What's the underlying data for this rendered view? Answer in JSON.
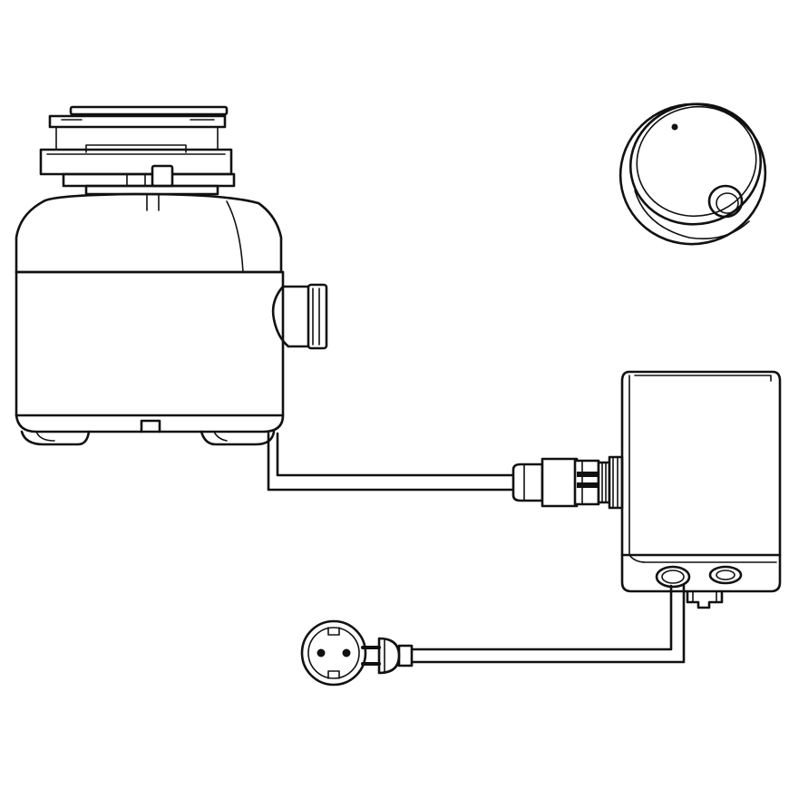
{
  "diagram": {
    "components": [
      {
        "id": "disposer",
        "icon": "food-waste-disposer-icon"
      },
      {
        "id": "remote_button",
        "icon": "wireless-remote-button-icon"
      },
      {
        "id": "control_box",
        "icon": "control-box-icon"
      },
      {
        "id": "power_socket",
        "icon": "power-socket-icon"
      },
      {
        "id": "power_plug",
        "icon": "power-plug-icon"
      }
    ],
    "connections": [
      {
        "from": "disposer",
        "to": "control_box",
        "via": "motor-cable-connector"
      },
      {
        "from": "control_box",
        "to": "power_plug",
        "via": "power-cable"
      }
    ],
    "colors": {
      "stroke": "#111111",
      "background": "#ffffff"
    }
  }
}
